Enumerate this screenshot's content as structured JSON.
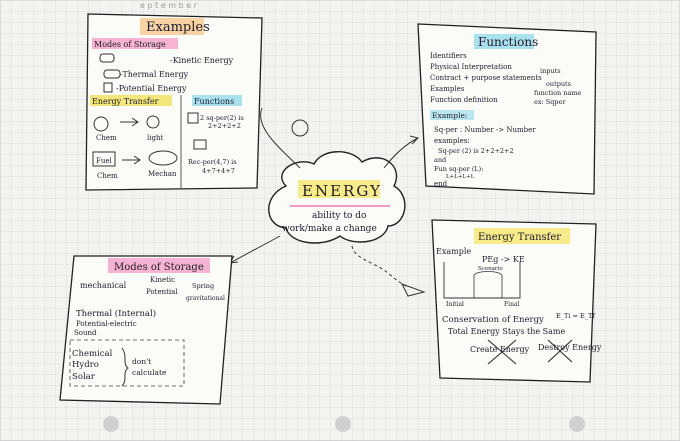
{
  "examples_card": {
    "title": "Examples",
    "modes_label": "Modes of Storage",
    "kinetic": "-Kinetic Energy",
    "thermal": "-Thermal Energy",
    "potential": "-Potential Energy",
    "transfer_label": "Energy Transfer",
    "functions_label": "Functions",
    "func_line1": "2 sq-per(2) is",
    "func_line2": "2+2+2+2",
    "func_line3": "Rec-per(4,7) is",
    "func_line4": "4+7+4+7",
    "chem": "Chem",
    "light": "light",
    "fuel": "Fuel",
    "chem2": "Chem",
    "mechan": "Mechan"
  },
  "functions_card": {
    "title": "Functions",
    "lines": [
      "Identifiers",
      "Physical Interpretation",
      "Contract + purpose statements",
      "Examples",
      "Function definition"
    ],
    "right_lines": [
      "inputs",
      "outputs",
      "function name",
      "ex: Sqper"
    ],
    "example_label": "Example:",
    "contract": "Sq-per : Number -> Number",
    "examples": "examples:",
    "sq_example": "Sq-per (2) is 2+2+2+2",
    "and": "and",
    "fun_def": "Fun sq-per (L):",
    "fun_body": "L+L+L+L",
    "end": "end"
  },
  "center": {
    "title": "ENERGY",
    "definition_line1": "ability to do",
    "definition_line2": "work/make a change"
  },
  "modes_card": {
    "title": "Modes of Storage",
    "mechanical": "mechanical",
    "kinetic": "Kinetic",
    "potential": "Potential",
    "spring": "Spring",
    "gravitational": "gravitational",
    "thermal": "Thermal (Internal)",
    "electric": "Potential-electric",
    "sound": "Sound",
    "chemical": "Chemical",
    "hydro": "Hydro",
    "solar": "Solar",
    "calc": "don't",
    "calc2": "calculate"
  },
  "transfer_card": {
    "title": "Energy Transfer",
    "example": "Example",
    "pe": "PEg -> KE",
    "scenario": "Scenario",
    "initial": "Initial",
    "final": "Final",
    "conservation": "Conservation of Energy",
    "equation": "E_Ti = E_Tf",
    "total": "Total Energy Stays the Same",
    "create": "Create Energy",
    "destroy": "Destroy Energy"
  },
  "colors": {
    "pink_highlight": "#f25aa8",
    "yellow_highlight": "#f3e25a",
    "blue_highlight": "#86d5ea",
    "orange_highlight": "#f6b35a",
    "ink": "#1d1d2b"
  }
}
